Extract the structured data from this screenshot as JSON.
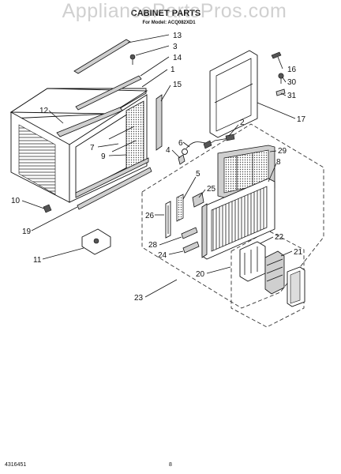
{
  "header": {
    "title": "CABINET PARTS",
    "subtitle": "For Model: ACQ082XD1"
  },
  "watermark": "AppliancePartsPros.com",
  "footer": {
    "doc_number": "4316451",
    "page_number": "8"
  },
  "callouts": [
    {
      "id": "13",
      "label": "13"
    },
    {
      "id": "3",
      "label": "3"
    },
    {
      "id": "14",
      "label": "14"
    },
    {
      "id": "1",
      "label": "1"
    },
    {
      "id": "15",
      "label": "15"
    },
    {
      "id": "12",
      "label": "12"
    },
    {
      "id": "7",
      "label": "7"
    },
    {
      "id": "9",
      "label": "9"
    },
    {
      "id": "6",
      "label": "6"
    },
    {
      "id": "4",
      "label": "4"
    },
    {
      "id": "2",
      "label": "2"
    },
    {
      "id": "16",
      "label": "16"
    },
    {
      "id": "30",
      "label": "30"
    },
    {
      "id": "31",
      "label": "31"
    },
    {
      "id": "17",
      "label": "17"
    },
    {
      "id": "29",
      "label": "29"
    },
    {
      "id": "8",
      "label": "8"
    },
    {
      "id": "5",
      "label": "5"
    },
    {
      "id": "25",
      "label": "25"
    },
    {
      "id": "26",
      "label": "26"
    },
    {
      "id": "10",
      "label": "10"
    },
    {
      "id": "19",
      "label": "19"
    },
    {
      "id": "11",
      "label": "11"
    },
    {
      "id": "28",
      "label": "28"
    },
    {
      "id": "24",
      "label": "24"
    },
    {
      "id": "22",
      "label": "22"
    },
    {
      "id": "21",
      "label": "21"
    },
    {
      "id": "20",
      "label": "20"
    },
    {
      "id": "23",
      "label": "23"
    }
  ]
}
